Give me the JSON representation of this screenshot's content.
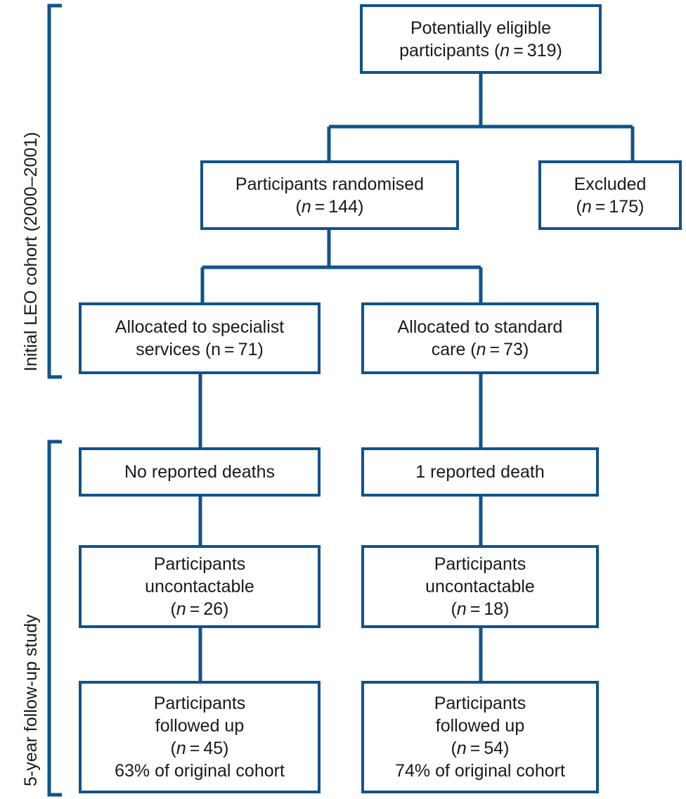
{
  "figure": {
    "type": "flowchart",
    "kind": "CONSORT participant flow diagram",
    "accent_color": "#11538b",
    "background_color": "#ffffff",
    "text_color": "#1a1a1a"
  },
  "stages": [
    {
      "label": "Initial LEO cohort (2000–2001)"
    },
    {
      "label": "5-year follow-up study"
    }
  ],
  "nodes": {
    "eligible": {
      "lines": [
        "Potentially eligible",
        "participants ("
      ],
      "line1": "Potentially eligible",
      "line2_pre": "participants (",
      "line2_n": "n",
      "line2_post": " = 319)"
    },
    "randomised": {
      "line1": "Participants randomised",
      "line2_pre": "(",
      "line2_n": "n",
      "line2_post": " = 144)"
    },
    "excluded": {
      "line1": "Excluded",
      "line2_pre": "(",
      "line2_n": "n",
      "line2_post": " = 175)"
    },
    "alloc_specialist": {
      "line1": "Allocated to specialist",
      "line2": "services (n = 71)"
    },
    "alloc_standard": {
      "line1": "Allocated to standard",
      "line2_pre": "care (",
      "line2_n": "n",
      "line2_post": " = 73)"
    },
    "deaths_left": {
      "line1": "No reported deaths"
    },
    "deaths_right": {
      "line1": "1 reported death"
    },
    "uncontactable_left": {
      "line1": "Participants",
      "line2": "uncontactable",
      "line3_pre": "(",
      "line3_n": "n",
      "line3_post": " = 26)"
    },
    "uncontactable_right": {
      "line1": "Participants",
      "line2": "uncontactable",
      "line3_pre": "(",
      "line3_n": "n",
      "line3_post": " = 18)"
    },
    "followed_left": {
      "line1": "Participants",
      "line2": "followed up",
      "line3_pre": "(",
      "line3_n": "n",
      "line3_post": " = 45)",
      "line4": "63% of original cohort"
    },
    "followed_right": {
      "line1": "Participants",
      "line2": "followed up",
      "line3_pre": "(",
      "line3_n": "n",
      "line3_post": " = 54)",
      "line4": "74% of original cohort"
    }
  },
  "chart_data": {
    "type": "flowchart",
    "title": "CONSORT flow of participants through the LEO trial and 5-year follow-up",
    "counts": {
      "potentially_eligible": 319,
      "randomised": 144,
      "excluded": 175,
      "allocated_specialist_services": 71,
      "allocated_standard_care": 73,
      "deaths_specialist_arm": 0,
      "deaths_standard_arm": 1,
      "uncontactable_specialist_arm": 26,
      "uncontactable_standard_arm": 18,
      "followed_up_specialist_arm": 45,
      "followed_up_standard_arm": 54,
      "followed_up_specialist_percent": 63,
      "followed_up_standard_percent": 74
    }
  }
}
